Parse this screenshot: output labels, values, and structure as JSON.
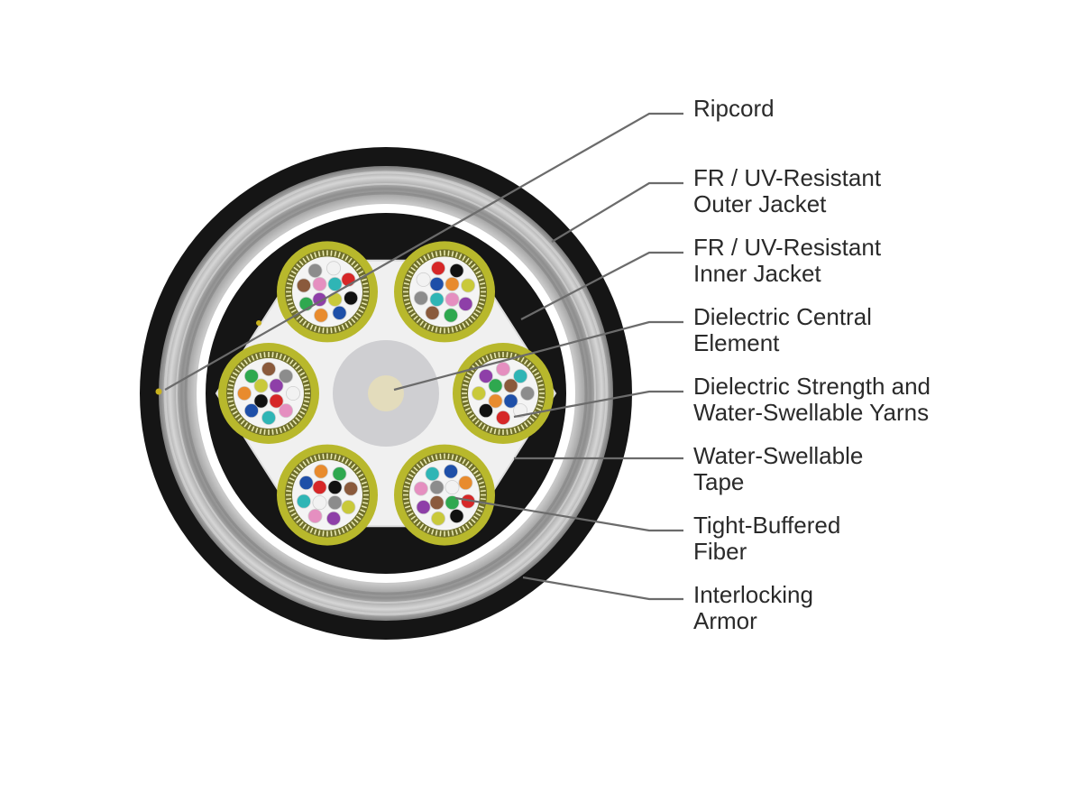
{
  "labels": [
    {
      "id": "ripcord",
      "lines": [
        "Ripcord"
      ]
    },
    {
      "id": "outer-jacket",
      "lines": [
        "FR / UV-Resistant",
        "Outer Jacket"
      ]
    },
    {
      "id": "inner-jacket",
      "lines": [
        "FR / UV-Resistant",
        "Inner Jacket"
      ]
    },
    {
      "id": "central-element",
      "lines": [
        "Dielectric Central",
        "Element"
      ]
    },
    {
      "id": "strength-yarns",
      "lines": [
        "Dielectric Strength and",
        "Water-Swellable Yarns"
      ]
    },
    {
      "id": "swellable-tape",
      "lines": [
        "Water-Swellable",
        "Tape"
      ]
    },
    {
      "id": "tight-buffered-fiber",
      "lines": [
        "Tight-Buffered",
        "Fiber"
      ]
    },
    {
      "id": "interlocking-armor",
      "lines": [
        "Interlocking",
        "Armor"
      ]
    }
  ],
  "colors": {
    "jacket": "#151515",
    "armor": "#9b9b9b",
    "armor_light": "#d4d4d4",
    "tape": "#f0f0f0",
    "yarn": "#b8b82c",
    "central_element": "#cfcfd2",
    "central_core": "#e3dcbc",
    "leader_line": "#6b6b6b",
    "label_text": "#2a2a2a"
  },
  "fiber_colors": [
    "#1e4fa8",
    "#e88b2e",
    "#2fa84f",
    "#8a5a3c",
    "#8c8c8c",
    "#f2f2f2",
    "#d62728",
    "#111111",
    "#c9c93a",
    "#8e3fa8",
    "#e58fc0",
    "#2fb5b5"
  ]
}
